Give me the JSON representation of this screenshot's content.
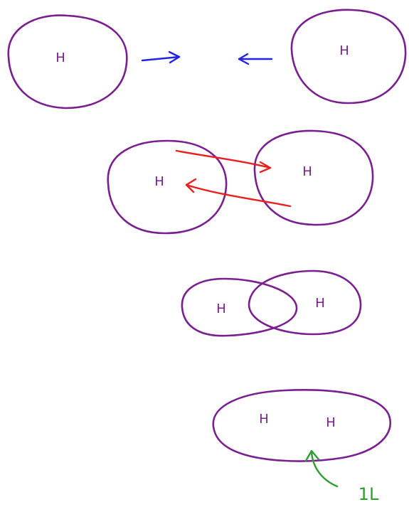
{
  "colors": {
    "shell": "#7a1f8f",
    "approach_arrow": "#2323e0",
    "attraction_arrow": "#e82020",
    "annotation": "#2f9e2f",
    "background": "#ffffff"
  },
  "stages": [
    {
      "atom_labels": [
        "H",
        "H"
      ],
      "arrows": "approach"
    },
    {
      "atom_labels": [
        "H",
        "H"
      ],
      "arrows": "attraction"
    },
    {
      "atom_labels": [
        "H",
        "H"
      ],
      "arrows": "none"
    },
    {
      "atom_labels": [
        "H",
        "H"
      ],
      "arrows": "none"
    }
  ],
  "annotation": {
    "text": "1L",
    "icon": "curved-arrow-icon"
  }
}
